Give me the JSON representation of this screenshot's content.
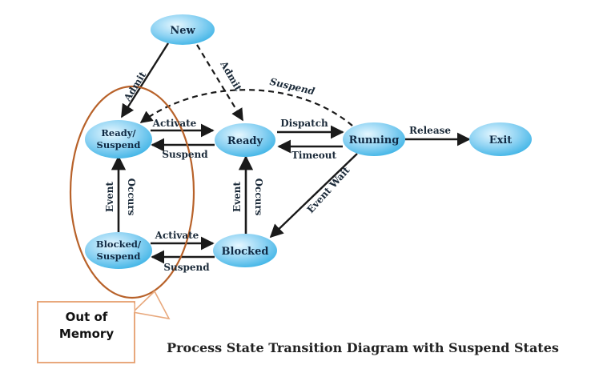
{
  "states": {
    "new": "New",
    "ready_suspend_1": "Ready/",
    "ready_suspend_2": "Suspend",
    "ready": "Ready",
    "running": "Running",
    "exit": "Exit",
    "blocked_suspend_1": "Blocked/",
    "blocked_suspend_2": "Suspend",
    "blocked": "Blocked"
  },
  "transitions": {
    "admit_left": "Admit",
    "admit_right": "Admit",
    "suspend_top": "Suspend",
    "activate_top": "Activate",
    "suspend_mid": "Suspend",
    "dispatch": "Dispatch",
    "timeout": "Timeout",
    "release": "Release",
    "event_wait": "Event Wait",
    "event_occurs_left_1": "Event",
    "event_occurs_left_2": "Occurs",
    "event_occurs_mid_1": "Event",
    "event_occurs_mid_2": "Occurs",
    "activate_bottom": "Activate",
    "suspend_bottom": "Suspend"
  },
  "callout": {
    "line1": "Out of",
    "line2": "Memory"
  },
  "caption": "Process State Transition Diagram with Suspend States",
  "colors": {
    "state_fill_light": "#d9f2fd",
    "state_fill_dark": "#3fb4e6",
    "arrow": "#1a1a1a",
    "highlight_ellipse": "#b8622a",
    "callout_border": "#e8a87c"
  }
}
